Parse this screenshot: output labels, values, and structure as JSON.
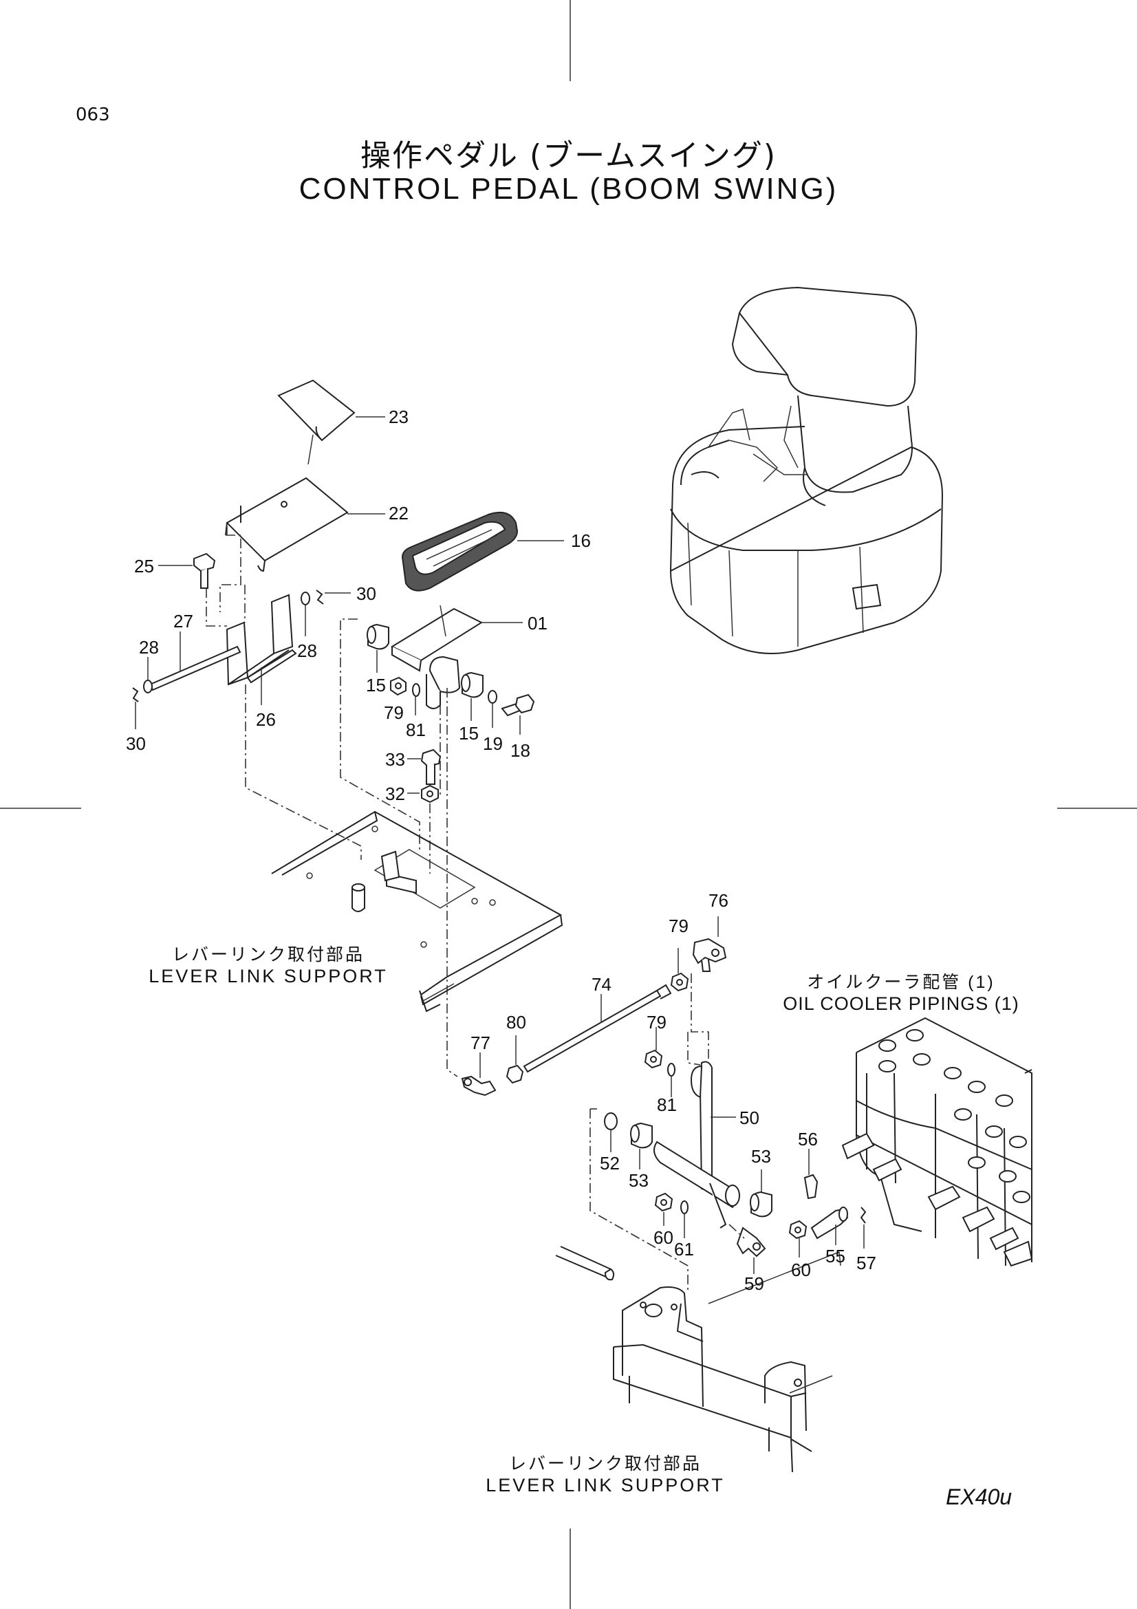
{
  "page_number": "063",
  "title_jp": "操作ペダル (ブームスイング)",
  "title_en": "CONTROL PEDAL (BOOM SWING)",
  "model": "EX40u",
  "captions": {
    "lever_link_support_1": {
      "jp": "レバーリンク取付部品",
      "en": "LEVER LINK SUPPORT"
    },
    "oil_cooler": {
      "jp": "オイルクーラ配管 (1)",
      "en": "OIL COOLER PIPINGS (1)"
    },
    "lever_link_support_2": {
      "jp": "レバーリンク取付部品",
      "en": "LEVER LINK SUPPORT"
    }
  },
  "callouts": {
    "c23": "23",
    "c22": "22",
    "c16": "16",
    "c25": "25",
    "c30a": "30",
    "c27": "27",
    "c28a": "28",
    "c28b": "28",
    "c01": "01",
    "c15a": "15",
    "c79a": "79",
    "c81a": "81",
    "c15b": "15",
    "c19": "19",
    "c18": "18",
    "c26": "26",
    "c30b": "30",
    "c33": "33",
    "c32": "32",
    "c76": "76",
    "c79b": "79",
    "c74": "74",
    "c80": "80",
    "c77": "77",
    "c79c": "79",
    "c81b": "81",
    "c50": "50",
    "c52": "52",
    "c53a": "53",
    "c53b": "53",
    "c56": "56",
    "c60a": "60",
    "c61": "61",
    "c59": "59",
    "c60b": "60",
    "c55": "55",
    "c57": "57"
  }
}
